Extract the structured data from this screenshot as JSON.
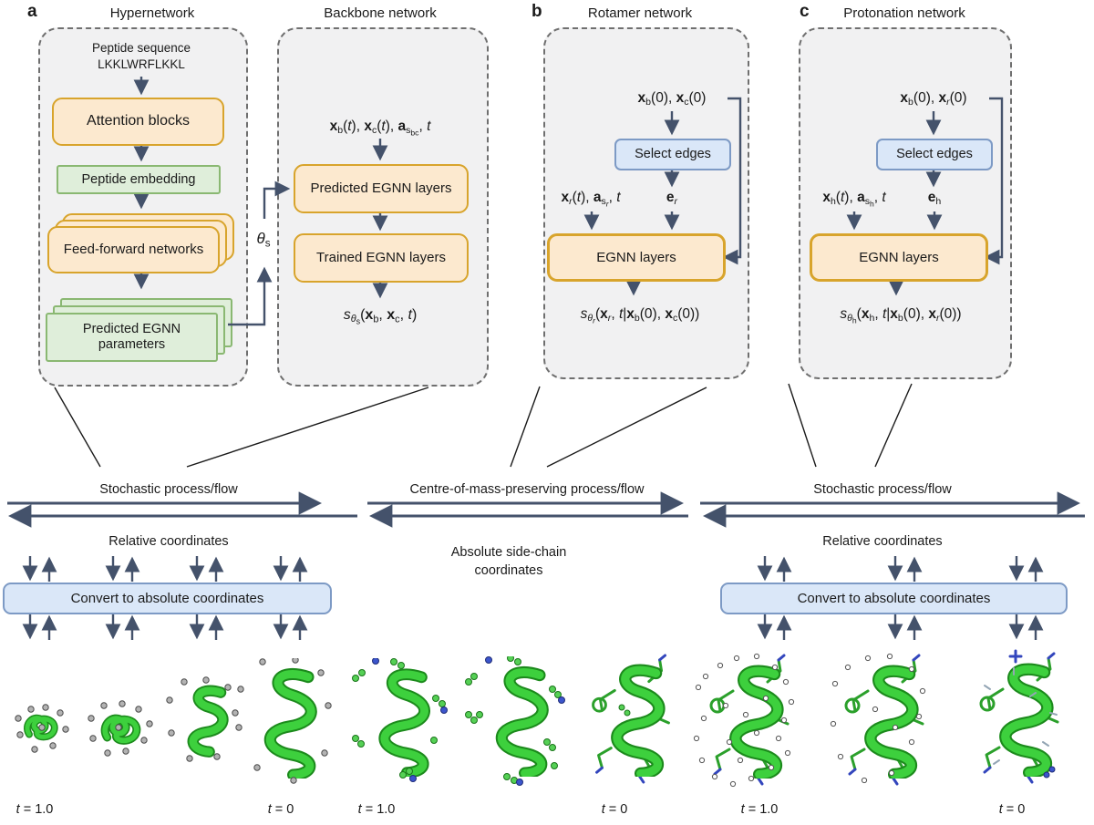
{
  "figure": {
    "panel_a": {
      "tag": "a",
      "title": "Hypernetwork",
      "peptide_label": "Peptide sequence",
      "peptide_sequence": "LKKLWRFLKKL",
      "attention_label": "Attention blocks",
      "embedding_label": "Peptide embedding",
      "ffn_label": "Feed-forward networks",
      "params_html": "Predicted EGNN<br>parameters",
      "theta_html": "<i>θ</i><sub>s</sub>"
    },
    "panel_backbone": {
      "title": "Backbone network",
      "input_html": "<b>x</b><sub>b</sub>(<i>t</i>), <b>x</b><sub>c</sub>(<i>t</i>), <b>a</b><sub>s<sub>bc</sub></sub>, <i>t</i>",
      "predicted_label": "Predicted EGNN layers",
      "trained_label": "Trained EGNN layers",
      "output_html": "<i>s</i><sub><i>θ</i><sub>s</sub></sub>(<b>x</b><sub>b</sub>, <b>x</b><sub>c</sub>, <i>t</i>)"
    },
    "panel_b": {
      "tag": "b",
      "title": "Rotamer network",
      "input_html": "<b>x</b><sub>b</sub>(0), <b>x</b><sub>c</sub>(0)",
      "select_label": "Select edges",
      "left_html": "<b>x</b><sub><i>r</i></sub>(<i>t</i>), <b>a</b><sub>s<sub><i>r</i></sub></sub>, <i>t</i>",
      "edge_html": "<b>e</b><sub><i>r</i></sub>",
      "egnn_label": "EGNN layers",
      "output_html": "<i>s</i><sub><i>θ</i><sub><i>r</i></sub></sub>(<b>x</b><sub><i>r</i></sub>, <i>t</i>|<b>x</b><sub>b</sub>(0), <b>x</b><sub>c</sub>(0))"
    },
    "panel_c": {
      "tag": "c",
      "title": "Protonation network",
      "input_html": "<b>x</b><sub>b</sub>(0), <b>x</b><sub><i>r</i></sub>(0)",
      "select_label": "Select edges",
      "left_html": "<b>x</b><sub>h</sub>(<i>t</i>), <b>a</b><sub>s<sub>h</sub></sub>, <i>t</i>",
      "edge_html": "<b>e</b><sub>h</sub>",
      "egnn_label": "EGNN layers",
      "output_html": "<i>s</i><sub><i>θ</i><sub>h</sub></sub>(<b>x</b><sub>h</sub>, <i>t</i>|<b>x</b><sub>b</sub>(0), <b>x</b><sub><i>r</i></sub>(0))"
    }
  },
  "flow": {
    "left_process_label": "Stochastic process/flow",
    "mid_process_label": "Centre-of-mass-preserving process/flow",
    "right_process_label": "Stochastic process/flow",
    "left_coords_label": "Relative coordinates",
    "mid_coords_line1": "Absolute side-chain",
    "mid_coords_line2": "coordinates",
    "right_coords_label": "Relative coordinates",
    "convert_left_label": "Convert to absolute coordinates",
    "convert_right_label": "Convert to absolute coordinates"
  },
  "timeline": {
    "labels": [
      "<i>t</i> = 1.0",
      "<i>t</i> = 0",
      "<i>t</i> = 1.0",
      "<i>t</i> = 0",
      "<i>t</i> = 1.0",
      "<i>t</i> = 0"
    ]
  },
  "colors": {
    "panel_fill": "#f1f1f2",
    "panel_dash": "#6f6f6f",
    "orange_fill": "#fce9cf",
    "orange_border": "#d8a42c",
    "green_fill": "#dfeeda",
    "green_border": "#8ab872",
    "blue_fill": "#dae7f8",
    "blue_border": "#7d9ac5",
    "arrow": "#44526b",
    "helix_green": "#3dd03d"
  }
}
